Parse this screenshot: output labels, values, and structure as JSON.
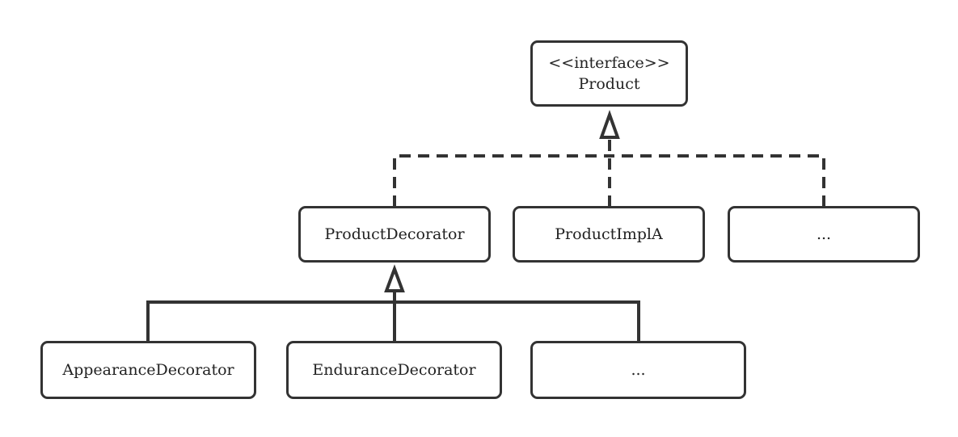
{
  "diagram": {
    "type": "uml-class-diagram",
    "nodes": {
      "product": {
        "stereotype": "<<interface>>",
        "label": "Product"
      },
      "product_decorator": {
        "label": "ProductDecorator"
      },
      "product_impl_a": {
        "label": "ProductImplA"
      },
      "product_other": {
        "label": "..."
      },
      "appearance_decorator": {
        "label": "AppearanceDecorator"
      },
      "endurance_decorator": {
        "label": "EnduranceDecorator"
      },
      "decorator_other": {
        "label": "..."
      }
    },
    "relations": [
      {
        "from": "product_decorator",
        "to": "product",
        "kind": "realization"
      },
      {
        "from": "product_impl_a",
        "to": "product",
        "kind": "realization"
      },
      {
        "from": "product_other",
        "to": "product",
        "kind": "realization"
      },
      {
        "from": "appearance_decorator",
        "to": "product_decorator",
        "kind": "generalization"
      },
      {
        "from": "endurance_decorator",
        "to": "product_decorator",
        "kind": "generalization"
      },
      {
        "from": "decorator_other",
        "to": "product_decorator",
        "kind": "generalization"
      }
    ],
    "colors": {
      "stroke": "#333333",
      "text": "#222222",
      "background": "#ffffff"
    }
  }
}
